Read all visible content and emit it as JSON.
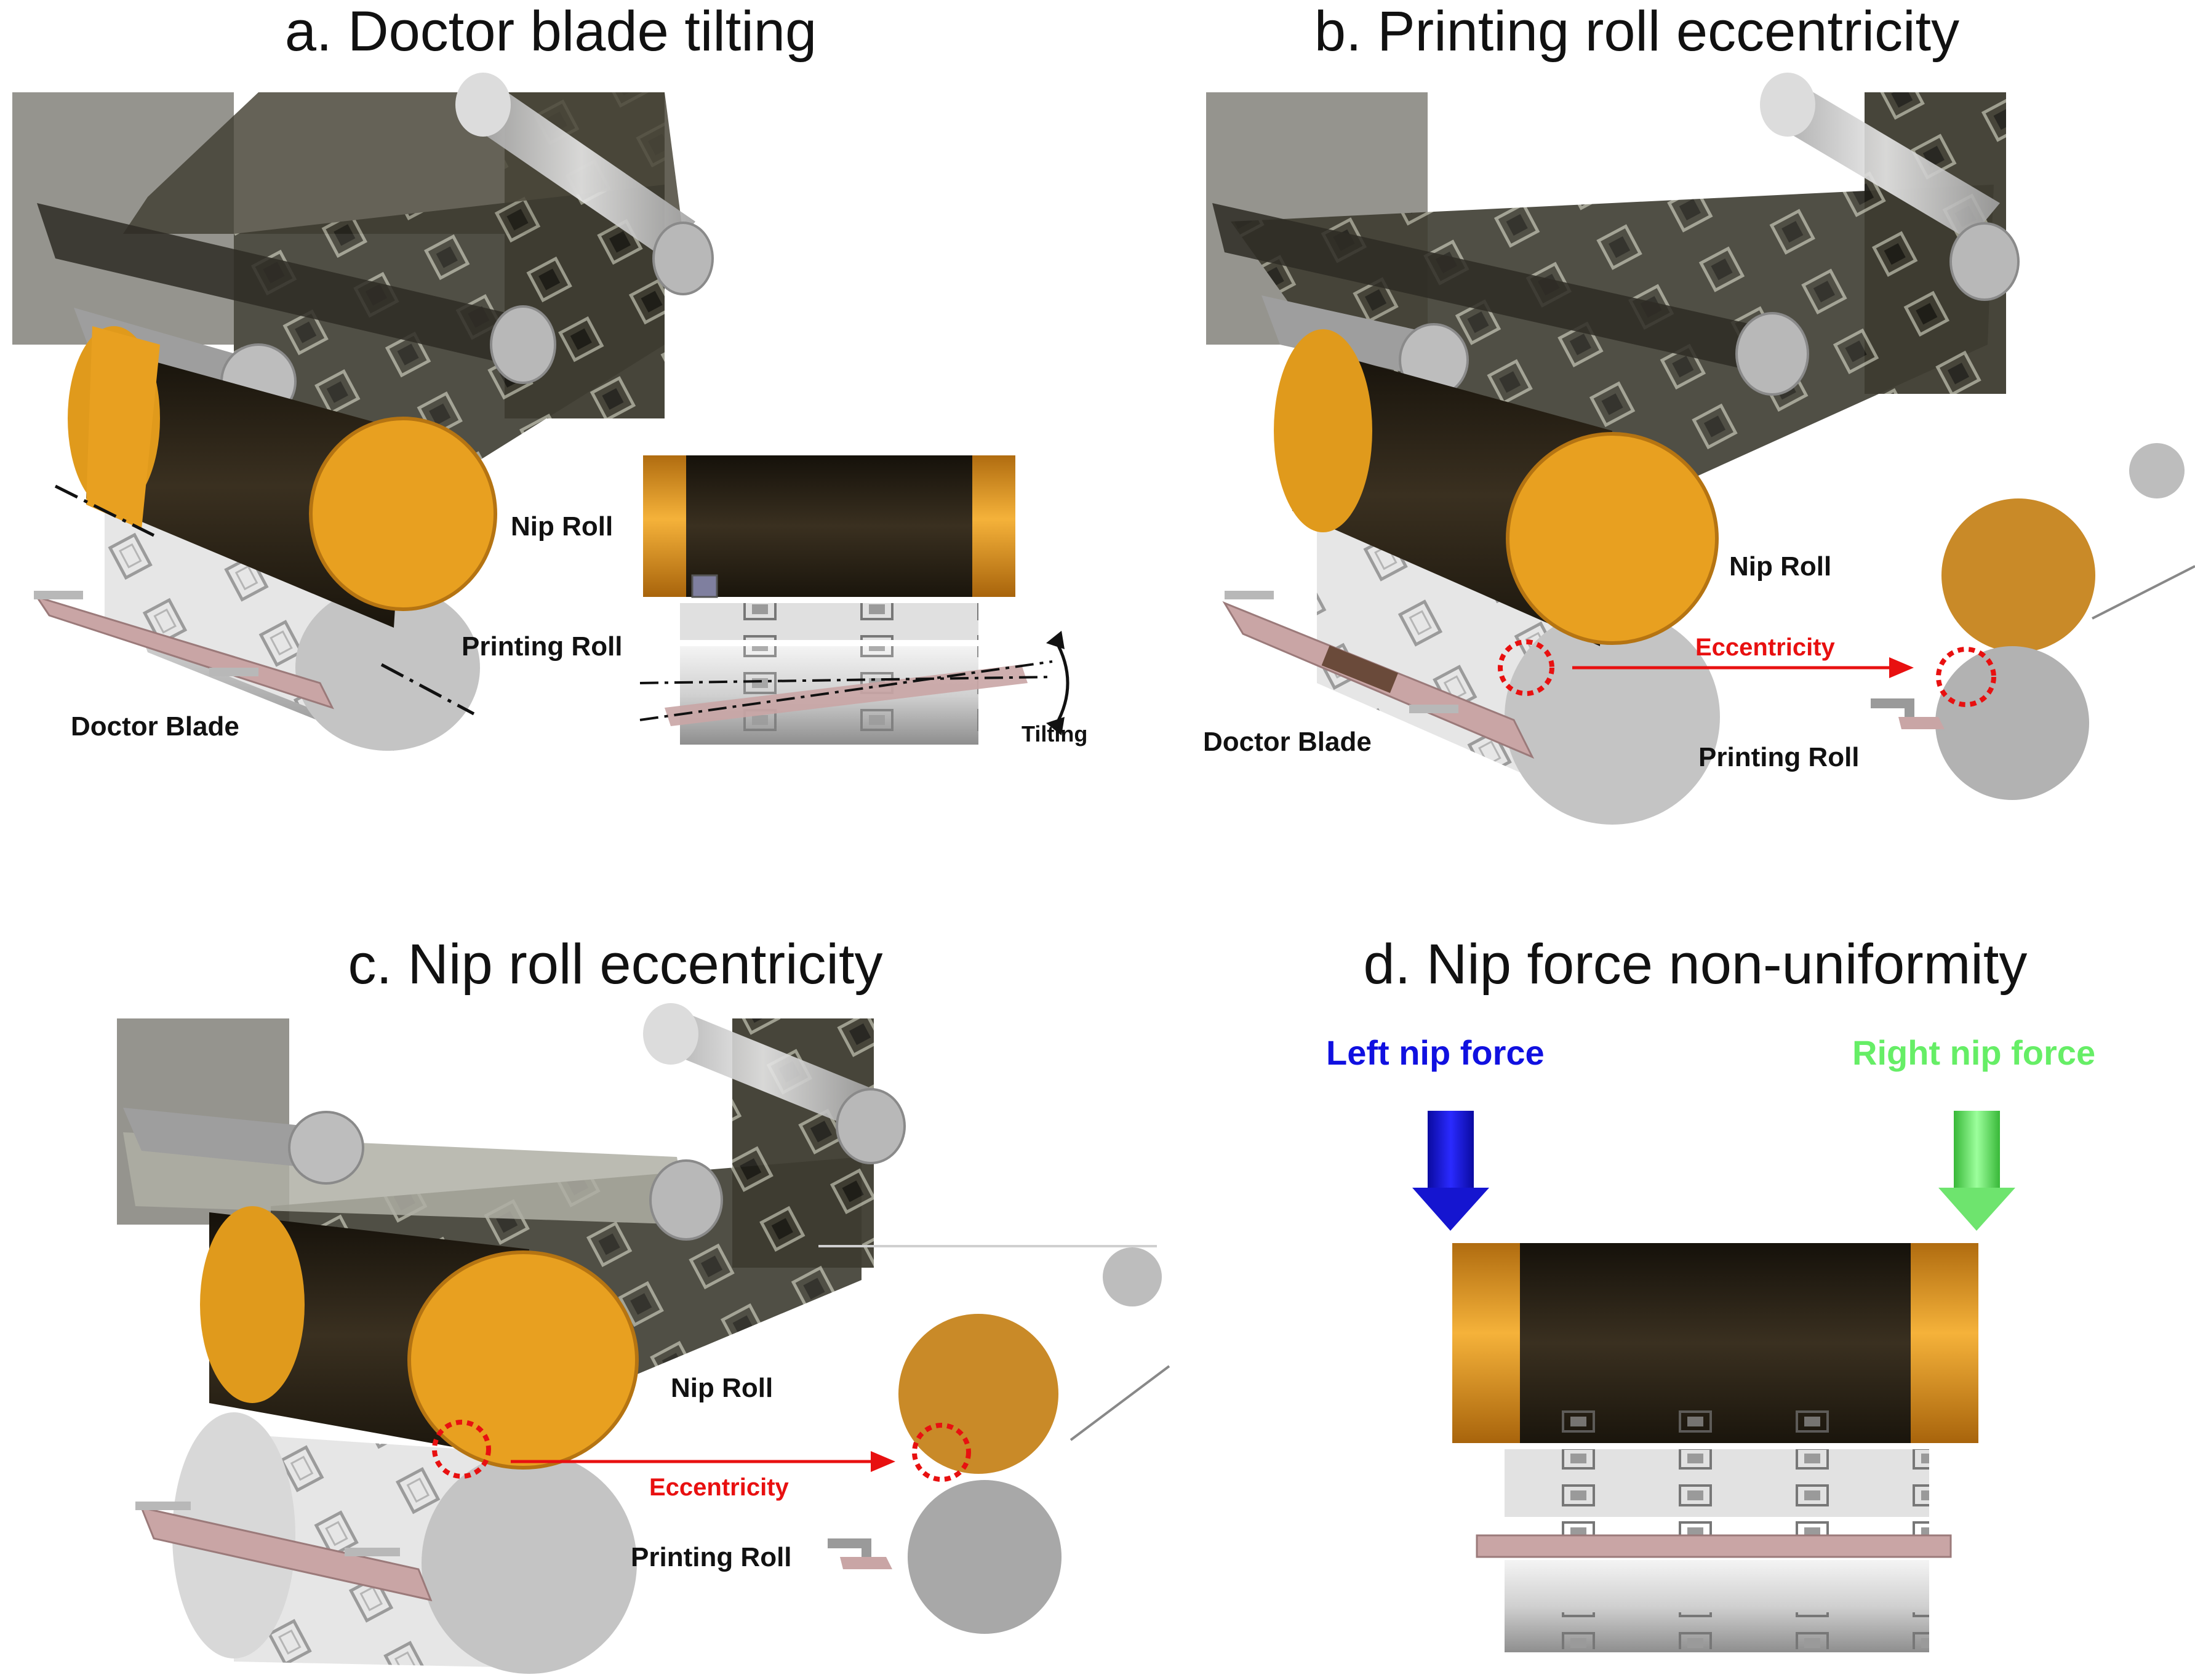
{
  "panels": {
    "a": {
      "title": "a. Doctor blade tilting",
      "nip_roll": "Nip Roll",
      "printing_roll": "Printing Roll",
      "doctor_blade": "Doctor Blade",
      "tilting": "Tilting"
    },
    "b": {
      "title": "b. Printing roll eccentricity",
      "nip_roll": "Nip Roll",
      "printing_roll": "Printing Roll",
      "doctor_blade": "Doctor Blade",
      "eccentricity": "Eccentricity"
    },
    "c": {
      "title": "c. Nip roll eccentricity",
      "nip_roll": "Nip Roll",
      "printing_roll": "Printing Roll",
      "eccentricity": "Eccentricity"
    },
    "d": {
      "title": "d. Nip force non-uniformity",
      "left_force": "Left nip force",
      "right_force": "Right nip force"
    }
  },
  "colors": {
    "nip_roll_cap": "#e8a020",
    "nip_roll_body": "#2a2418",
    "printing_roll": "#c9c9c9",
    "doctor_blade": "#c9a5a5",
    "film": "#3e3c30",
    "eccentricity": "#e81010",
    "left_force": "#1010e0",
    "right_force": "#66ee66"
  }
}
